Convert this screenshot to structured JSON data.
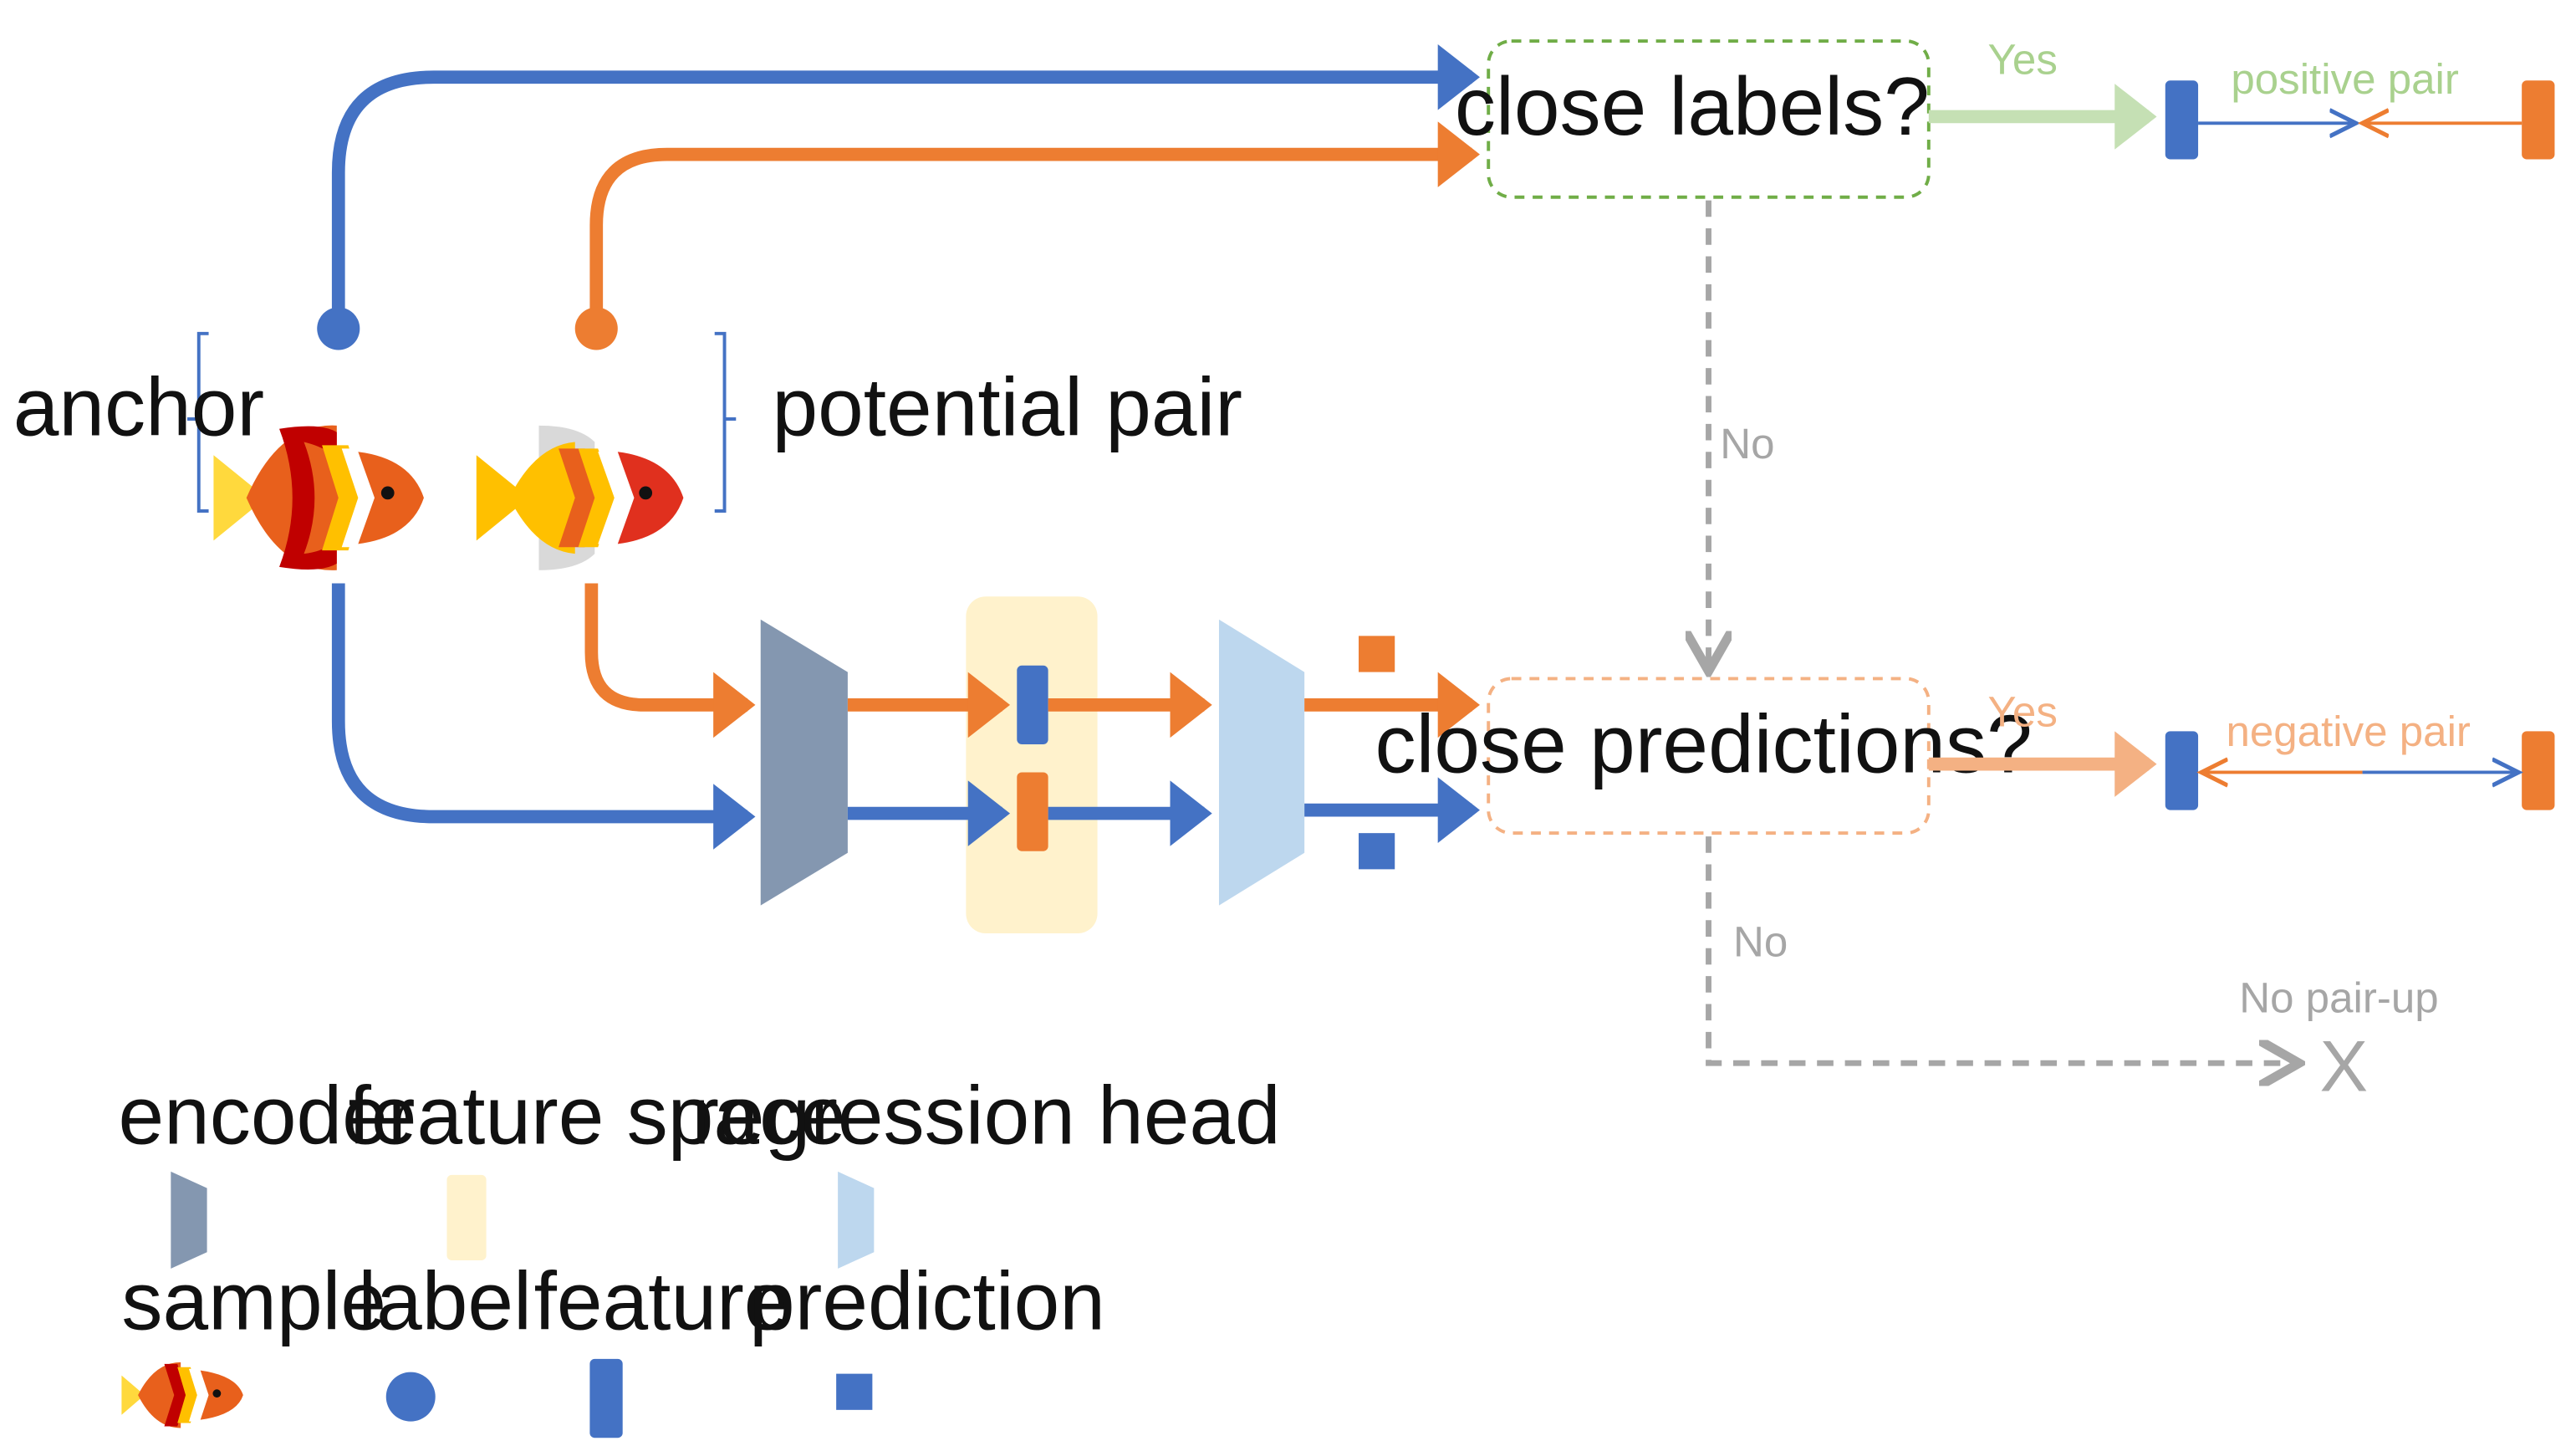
{
  "labels": {
    "anchor": "anchor",
    "potential_pair": "potential pair",
    "close_labels": "close labels?",
    "close_predictions": "close predictions?",
    "yes_top": "Yes",
    "yes_bottom": "Yes",
    "no_top": "No",
    "no_bottom": "No",
    "positive_pair": "positive pair",
    "negative_pair": "negative pair",
    "no_pair_up": "No pair-up",
    "x_mark": "X"
  },
  "legend": {
    "encoder": "encoder",
    "feature_space": "feature space",
    "regression_head": "regression head",
    "sample": "sample",
    "label": "label",
    "feature": "feature",
    "prediction": "prediction"
  },
  "colors": {
    "blue": "#4472C4",
    "orange": "#ED7D31",
    "green": "#A9D18E",
    "light_orange": "#F4B183",
    "gray": "#A6A6A6",
    "encoder": "#8497B0",
    "feature_space": "#FFF2CC",
    "regression_head": "#BDD7EE"
  }
}
